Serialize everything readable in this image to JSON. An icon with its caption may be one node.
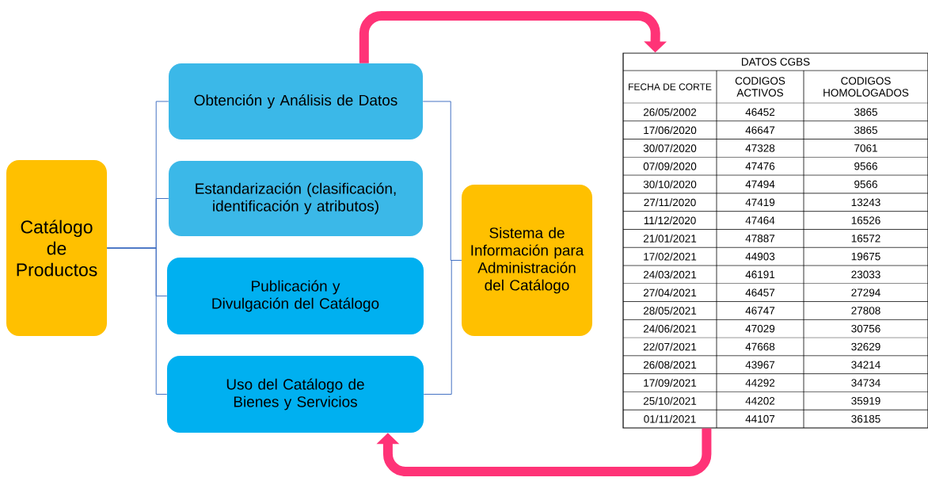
{
  "diagram": {
    "nodes": [
      {
        "text": [
          "Catálogo de Productos"
        ]
      },
      {
        "text": [
          "Obtención y Análisis de Datos"
        ]
      },
      {
        "text": [
          "Estandarización (clasificación, identificación y atributos)"
        ]
      },
      {
        "text": [
          "Publicación y Divulgación del Catálogo"
        ]
      },
      {
        "text": [
          "Uso del Catálogo de Bienes y Servicios"
        ]
      },
      {
        "text": [
          "Sistema de Información para Administración del Catálogo"
        ]
      },
      {
        "text": [],
        "shape": "box"
      }
    ],
    "edges": [
      {
        "from": 0,
        "to": 1,
        "arrow": "none"
      },
      {
        "from": 0,
        "to": 2,
        "arrow": "none"
      },
      {
        "from": 0,
        "to": 3,
        "arrow": "none"
      },
      {
        "from": 0,
        "to": 4,
        "arrow": "none"
      },
      {
        "from": 1,
        "to": 5,
        "arrow": "none"
      },
      {
        "from": 4,
        "to": 5,
        "arrow": "none"
      },
      {
        "from": 1,
        "to": 6,
        "arrow": "to",
        "style": "thick",
        "color": "#ff3377"
      },
      {
        "from": 6,
        "to": 4,
        "arrow": "to",
        "style": "thick",
        "color": "#ff3377"
      }
    ],
    "labels": [
      "DATOS CGBS",
      "FECHA DE CORTE",
      "CODIGOS ACTIVOS",
      "CODIGOS HOMOLOGADOS",
      "26/05/2002",
      "46452",
      "3865",
      "17/06/2020",
      "46647",
      "3865",
      "30/07/2020",
      "47328",
      "7061",
      "07/09/2020",
      "47476",
      "9566",
      "30/10/2020",
      "47494",
      "9566",
      "27/11/2020",
      "47419",
      "13243",
      "11/12/2020",
      "47464",
      "16526",
      "21/01/2021",
      "47887",
      "16572",
      "17/02/2021",
      "44903",
      "19675",
      "24/03/2021",
      "46191",
      "23033",
      "27/04/2021",
      "46457",
      "27294",
      "28/05/2021",
      "46747",
      "27808",
      "24/06/2021",
      "47029",
      "30756",
      "22/07/2021",
      "47668",
      "32629",
      "26/08/2021",
      "43967",
      "34214",
      "17/09/2021",
      "44292",
      "34734",
      "25/10/2021",
      "44202",
      "35919",
      "01/11/2021",
      "44107",
      "36185"
    ]
  }
}
